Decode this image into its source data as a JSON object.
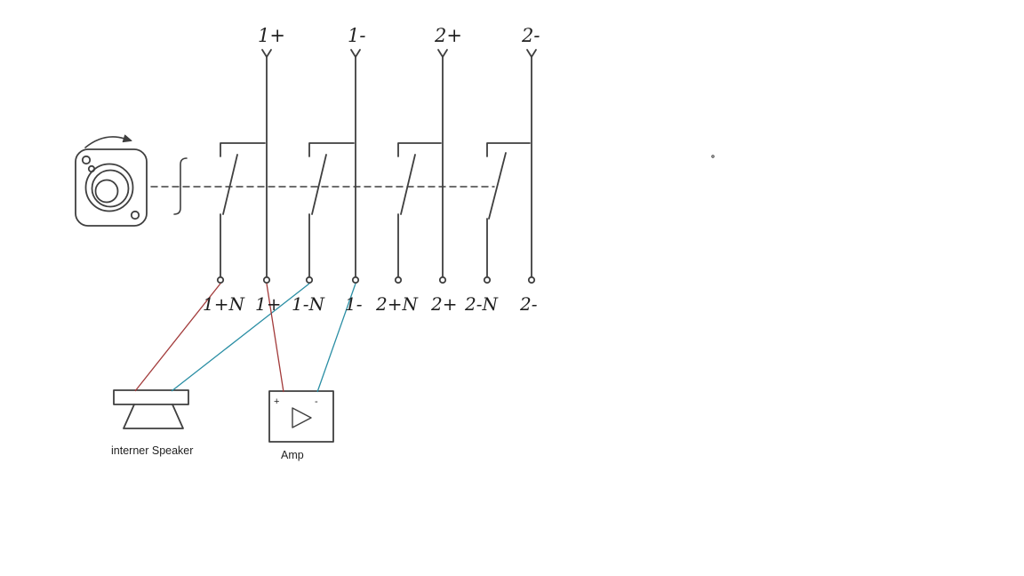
{
  "colors": {
    "line": "#3f3f3f",
    "text": "#1f1f1f",
    "red_wire": "#a23a3a",
    "teal_wire": "#2a8ea4"
  },
  "top_terminals": [
    {
      "label": "1+"
    },
    {
      "label": "1-"
    },
    {
      "label": "2+"
    },
    {
      "label": "2-"
    }
  ],
  "bottom_terminals": [
    {
      "label": "1+N"
    },
    {
      "label": "1+"
    },
    {
      "label": "1-N"
    },
    {
      "label": "1-"
    },
    {
      "label": "2+N"
    },
    {
      "label": "2+"
    },
    {
      "label": "2-N"
    },
    {
      "label": "2-"
    }
  ],
  "speaker": {
    "label": "interner Speaker"
  },
  "amp": {
    "label": "Amp",
    "plus": "+",
    "minus": "-"
  }
}
